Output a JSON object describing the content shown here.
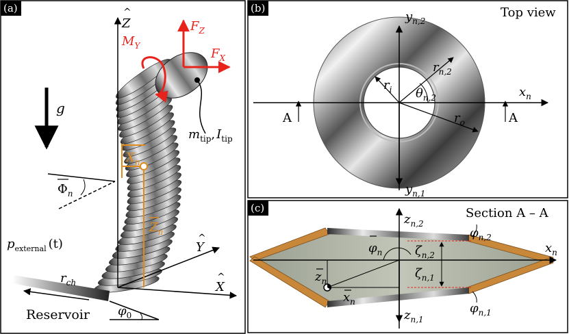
{
  "panel_a": {
    "tag": "(a)",
    "axis_z": "Z",
    "axis_y": "Y",
    "axis_x": "X",
    "moment": "M",
    "moment_sub": "Y",
    "force_z": "F",
    "force_z_sub": "Z",
    "force_x": "F",
    "force_x_sub": "X",
    "gravity": "g",
    "mass": "m",
    "mass_sub": "tip",
    "comma": ",",
    "inertia": "I",
    "inertia_sub": "tip",
    "x_n": "X",
    "x_n_sub": "n",
    "z_n": "Z",
    "z_n_sub": "n",
    "phi_big": "Φ",
    "phi_big_sub": "n",
    "pressure": "p",
    "pressure_sub": "external",
    "pressure_arg": "(t)",
    "r_ch": "r",
    "r_ch_sub": "ch",
    "reservoir": "Reservoir",
    "phi0": "φ",
    "phi0_sub": "0"
  },
  "panel_b": {
    "tag": "(b)",
    "title": "Top view",
    "y_top": "y",
    "y_top_sub": "n,2",
    "y_bottom": "y",
    "y_bottom_sub": "n,1",
    "x_axis": "x",
    "x_axis_sub": "n",
    "r_i": "r",
    "r_i_sub": "i",
    "r_o": "r",
    "r_o_sub": "o",
    "r_n2": "r",
    "r_n2_sub": "n,2",
    "theta": "θ",
    "theta_sub": "n,2",
    "section_left": "A",
    "section_right": "A"
  },
  "panel_c": {
    "tag": "(c)",
    "title": "Section A – A",
    "z_top": "z",
    "z_top_sub": "n,2",
    "z_bottom": "z",
    "z_bottom_sub": "n,1",
    "x_axis": "x",
    "x_axis_sub": "n",
    "phi_bar": "φ",
    "phi_bar_sub": "n",
    "z_bar": "z",
    "z_bar_sub": "n",
    "x_bar": "x",
    "x_bar_sub": "n",
    "zeta2": "ζ",
    "zeta2_sub": "n,2",
    "zeta1": "ζ",
    "zeta1_sub": "n,1",
    "phi2": "φ",
    "phi2_sub": "n,2",
    "phi1": "φ",
    "phi1_sub": "n,1"
  },
  "colors": {
    "force_red": "#e8231c",
    "orange": "#e08a1e",
    "shell_tan": "#c9873a",
    "metal_dark": "#3a3a3a",
    "metal_light": "#d9d9d9"
  }
}
